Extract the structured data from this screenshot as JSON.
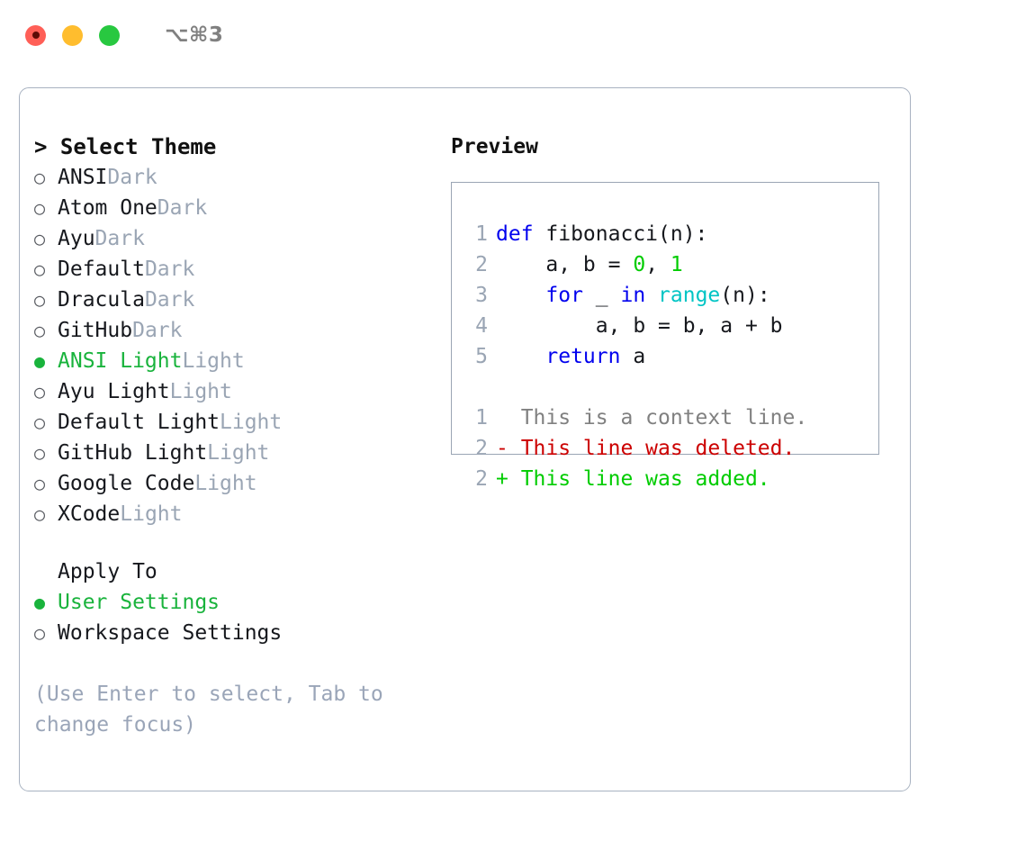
{
  "titlebar": {
    "shortcut": "⌥⌘3",
    "dots": [
      {
        "name": "close",
        "color": "#ff5f57"
      },
      {
        "name": "minimize",
        "color": "#ffbd2e"
      },
      {
        "name": "maximize",
        "color": "#28c840"
      }
    ]
  },
  "theme_list": {
    "heading": "> Select Theme",
    "selected_bullet": "●",
    "unselected_bullet": "○",
    "items": [
      {
        "name": "ANSI",
        "tag": "Dark",
        "selected": false
      },
      {
        "name": "Atom One",
        "tag": "Dark",
        "selected": false
      },
      {
        "name": "Ayu",
        "tag": "Dark",
        "selected": false
      },
      {
        "name": "Default",
        "tag": "Dark",
        "selected": false
      },
      {
        "name": "Dracula",
        "tag": "Dark",
        "selected": false
      },
      {
        "name": "GitHub",
        "tag": "Dark",
        "selected": false
      },
      {
        "name": "ANSI Light",
        "tag": "Light",
        "selected": true
      },
      {
        "name": "Ayu Light",
        "tag": "Light",
        "selected": false
      },
      {
        "name": "Default Light",
        "tag": "Light",
        "selected": false
      },
      {
        "name": "GitHub Light",
        "tag": "Light",
        "selected": false
      },
      {
        "name": "Google Code",
        "tag": "Light",
        "selected": false
      },
      {
        "name": "XCode",
        "tag": "Light",
        "selected": false
      }
    ]
  },
  "apply_to": {
    "label": "Apply To",
    "items": [
      {
        "name": "User Settings",
        "selected": true
      },
      {
        "name": "Workspace Settings",
        "selected": false
      }
    ]
  },
  "hint": "(Use Enter to select, Tab to change focus)",
  "preview": {
    "title": "Preview",
    "code_lines": [
      {
        "no": "1",
        "tokens": [
          {
            "t": "def ",
            "c": "kw"
          },
          {
            "t": "fibonacci(n):",
            "c": "plain"
          }
        ]
      },
      {
        "no": "2",
        "tokens": [
          {
            "t": "    a, b = ",
            "c": "plain"
          },
          {
            "t": "0",
            "c": "num"
          },
          {
            "t": ", ",
            "c": "plain"
          },
          {
            "t": "1",
            "c": "num"
          }
        ]
      },
      {
        "no": "3",
        "tokens": [
          {
            "t": "    ",
            "c": "plain"
          },
          {
            "t": "for",
            "c": "kw"
          },
          {
            "t": " _ ",
            "c": "plain"
          },
          {
            "t": "in",
            "c": "kw"
          },
          {
            "t": " ",
            "c": "plain"
          },
          {
            "t": "range",
            "c": "fn"
          },
          {
            "t": "(n):",
            "c": "plain"
          }
        ]
      },
      {
        "no": "4",
        "tokens": [
          {
            "t": "        a, b = b, a + b",
            "c": "plain"
          }
        ]
      },
      {
        "no": "5",
        "tokens": [
          {
            "t": "    ",
            "c": "plain"
          },
          {
            "t": "return",
            "c": "kw"
          },
          {
            "t": " a",
            "c": "plain"
          }
        ]
      }
    ],
    "diff_lines": [
      {
        "no": "1",
        "tokens": [
          {
            "t": "  This is a context line.",
            "c": "ctx"
          }
        ]
      },
      {
        "no": "2",
        "tokens": [
          {
            "t": "- This line was deleted.",
            "c": "del"
          }
        ]
      },
      {
        "no": "2",
        "tokens": [
          {
            "t": "+ This line was added.",
            "c": "add"
          }
        ]
      }
    ]
  },
  "colors": {
    "accent_green": "#19b33c",
    "keyword_blue": "#0000ee",
    "function_cyan": "#00c4c4",
    "number_green": "#00cc00",
    "diff_deleted": "#cc0000",
    "diff_added": "#00cc00",
    "muted_gray": "#9aa5b4",
    "border": "#a8b2c1"
  }
}
